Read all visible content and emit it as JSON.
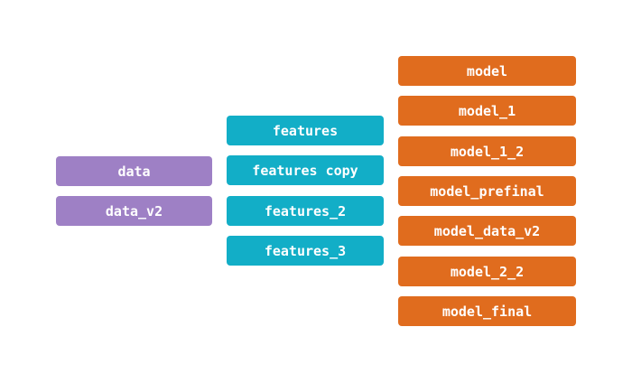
{
  "colors": {
    "data": "#9e80c5",
    "features": "#12aec7",
    "models": "#e06c1e",
    "text": "#ffffff",
    "background": "#ffffff"
  },
  "data_nodes": [
    "data",
    "data_v2"
  ],
  "feature_nodes": [
    "features",
    "features copy",
    "features_2",
    "features_3"
  ],
  "model_nodes": [
    "model",
    "model_1",
    "model_1_2",
    "model_prefinal",
    "model_data_v2",
    "model_2_2",
    "model_final"
  ]
}
